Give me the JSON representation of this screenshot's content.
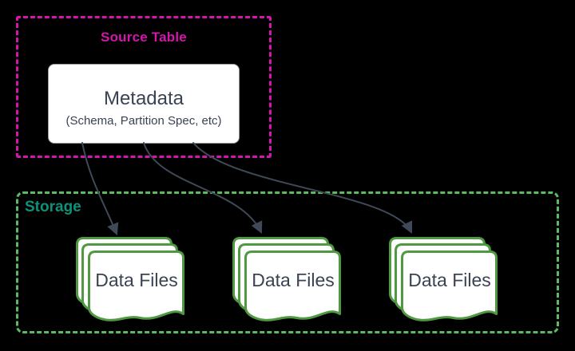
{
  "diagram": {
    "background_color": "#000000",
    "source_table": {
      "label": "Source Table",
      "border_color": "#D316AC",
      "label_color": "#D316AC",
      "metadata_node": {
        "title": "Metadata",
        "subtitle": "(Schema, Partition Spec, etc)",
        "fill_color": "#FFFFFF",
        "text_color": "#3A4352"
      }
    },
    "storage": {
      "label": "Storage",
      "border_color": "#5DBA62",
      "label_color": "#0C9277",
      "document_border_color": "#4F9A41",
      "document_fill_color": "#FFFFFF",
      "data_files": [
        {
          "label": "Data Files"
        },
        {
          "label": "Data Files"
        },
        {
          "label": "Data Files"
        }
      ]
    },
    "arrows": {
      "color": "#3F4958",
      "edges": [
        {
          "from": "Metadata",
          "to": "Data Files (left)"
        },
        {
          "from": "Metadata",
          "to": "Data Files (middle)"
        },
        {
          "from": "Metadata",
          "to": "Data Files (right)"
        }
      ]
    }
  }
}
